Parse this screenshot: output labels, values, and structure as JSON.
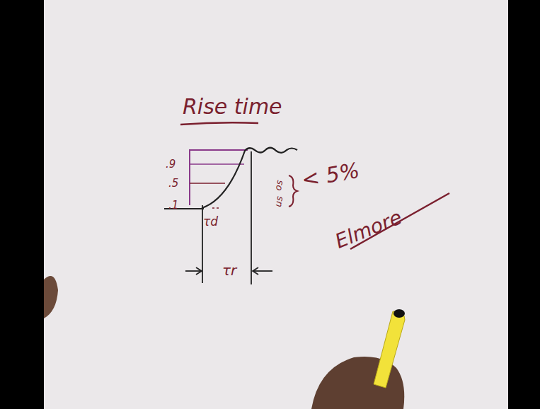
{
  "diagram": {
    "title": "Rise time",
    "labels": [
      ".9",
      ".5",
      ".1",
      "τd",
      "τr",
      "os",
      "us",
      "< 5%",
      "Elmore"
    ]
  }
}
